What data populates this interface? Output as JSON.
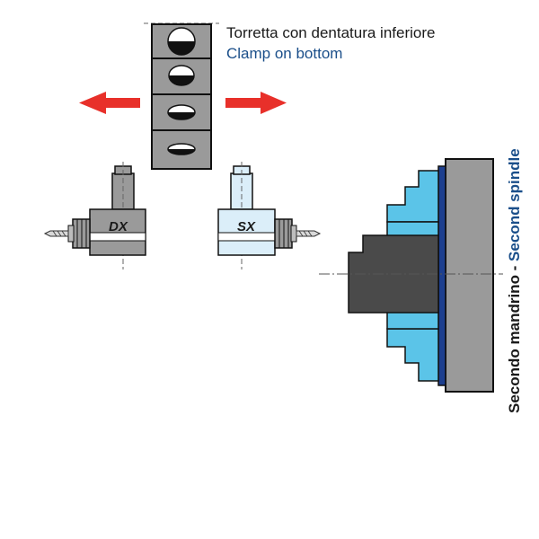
{
  "turret": {
    "label_it": "Torretta con dentatura inferiore",
    "label_en": "Clamp on bottom"
  },
  "tools": {
    "left_label": "DX",
    "right_label": "SX"
  },
  "spindle": {
    "label_it": "Secondo mandrino - ",
    "label_en": "Second spindle"
  },
  "colors": {
    "arrow": "#e8302a",
    "turret_block": "#9a9a9a",
    "chuck_jaw": "#5bc4e8",
    "spindle_body": "#9a9a9a",
    "workpiece": "#4a4a4a",
    "faceplate": "#1d3f8f",
    "right_holder": "#dbeef9"
  }
}
